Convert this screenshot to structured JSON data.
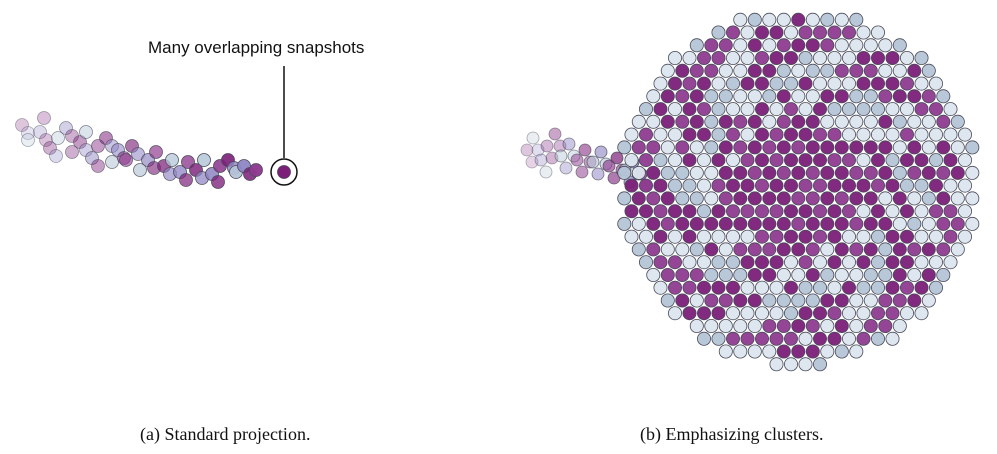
{
  "figure": {
    "panel_a": {
      "caption": "(a)  Standard projection.",
      "annotation": "Many overlapping snapshots"
    },
    "panel_b": {
      "caption": "(b)  Emphasizing clusters."
    }
  },
  "colors": {
    "purple_dark": "#7b1f78",
    "purple_mid": "#8e3b8f",
    "lavender": "#8f86c4",
    "pale_blue": "#b4c5d6",
    "ice": "#dce6ee"
  }
}
